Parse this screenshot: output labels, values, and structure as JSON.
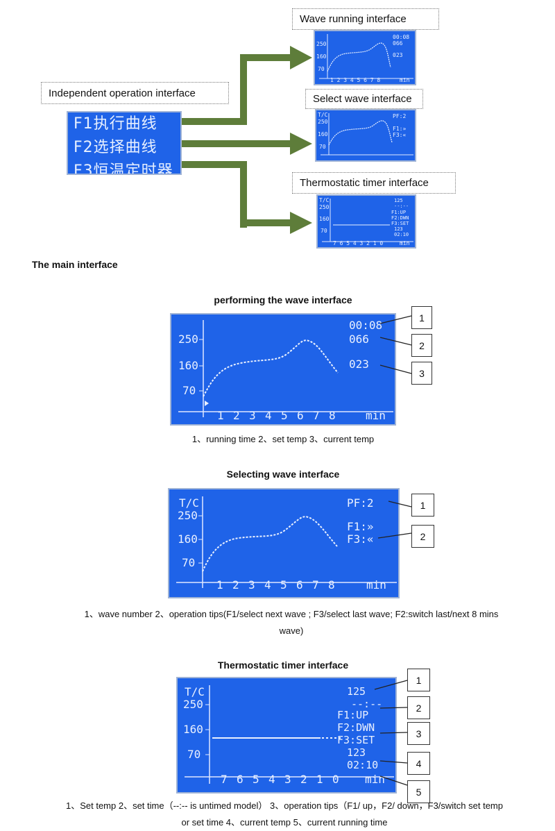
{
  "top": {
    "independent_label": "Independent operation interface",
    "menu_lines": [
      "F1执行曲线",
      "F2选择曲线",
      "F3恒温定时器"
    ],
    "wave_running_label": "Wave running interface",
    "select_wave_label": "Select wave interface",
    "thermostatic_label": "Thermostatic timer interface",
    "arrow_color": "#5e7d3a",
    "thumb1": {
      "time": "00:08",
      "set": "066",
      "cur": "023",
      "y250": "250",
      "y160": "160",
      "y70": "70",
      "xaxis": "1 2 3 4 5 6 7 8",
      "unit": "min"
    },
    "thumb2": {
      "tc": "T/C",
      "y250": "250",
      "y160": "160",
      "y70": "70",
      "pf": "PF:2",
      "f1": "F1:»",
      "f3": "F3:«"
    },
    "thumb3": {
      "tc": "T/C",
      "y250": "250",
      "y160": "160",
      "y70": "70",
      "set": "125",
      "time": "--:--",
      "f1": "F1:UP",
      "f2": "F2:DWN",
      "f3": "F3:SET",
      "cur": "123",
      "run": "02:10",
      "xaxis": "7 6 5 4 3 2 1 0",
      "unit": "min"
    }
  },
  "main_interface_label": "The main interface",
  "performing": {
    "title": "performing the wave interface",
    "lcd": {
      "time": "00:08",
      "set": "066",
      "cur": "023",
      "y250": "250",
      "y160": "160",
      "y70": "70",
      "xnums": [
        "1",
        "2",
        "3",
        "4",
        "5",
        "6",
        "7",
        "8"
      ],
      "unit": "min"
    },
    "markers": [
      "1",
      "2",
      "3"
    ],
    "caption": "1、running time 2、set temp 3、current temp"
  },
  "selecting": {
    "title": "Selecting wave interface",
    "lcd": {
      "tc": "T/C",
      "y250": "250",
      "y160": "160",
      "y70": "70",
      "pf": "PF:2",
      "f1": "F1:»",
      "f3": "F3:«",
      "xnums": [
        "1",
        "2",
        "3",
        "4",
        "5",
        "6",
        "7",
        "8"
      ],
      "unit": "min"
    },
    "markers": [
      "1",
      "2"
    ],
    "caption_line1": "1、wave number 2、operation tips(F1/select next wave ; F3/select last wave; F2:switch last/next 8 mins",
    "caption_line2": "wave)"
  },
  "thermostatic": {
    "title": "Thermostatic timer interface",
    "lcd": {
      "tc": "T/C",
      "y250": "250",
      "y160": "160",
      "y70": "70",
      "set": "125",
      "time": "--:--",
      "f1": "F1:UP",
      "f2": "F2:DWN",
      "f3": "F3:SET",
      "cur": "123",
      "run": "02:10",
      "xnums": [
        "7",
        "6",
        "5",
        "4",
        "3",
        "2",
        "1",
        "0"
      ],
      "unit": "min"
    },
    "markers": [
      "1",
      "2",
      "3",
      "4",
      "5"
    ],
    "caption_line1": "1、Set temp 2、set time（--:-- is untimed model） 3、operation tips（F1/ up，F2/ down，F3/switch set temp",
    "caption_line2": "or set time   4、current temp 5、current running time"
  }
}
